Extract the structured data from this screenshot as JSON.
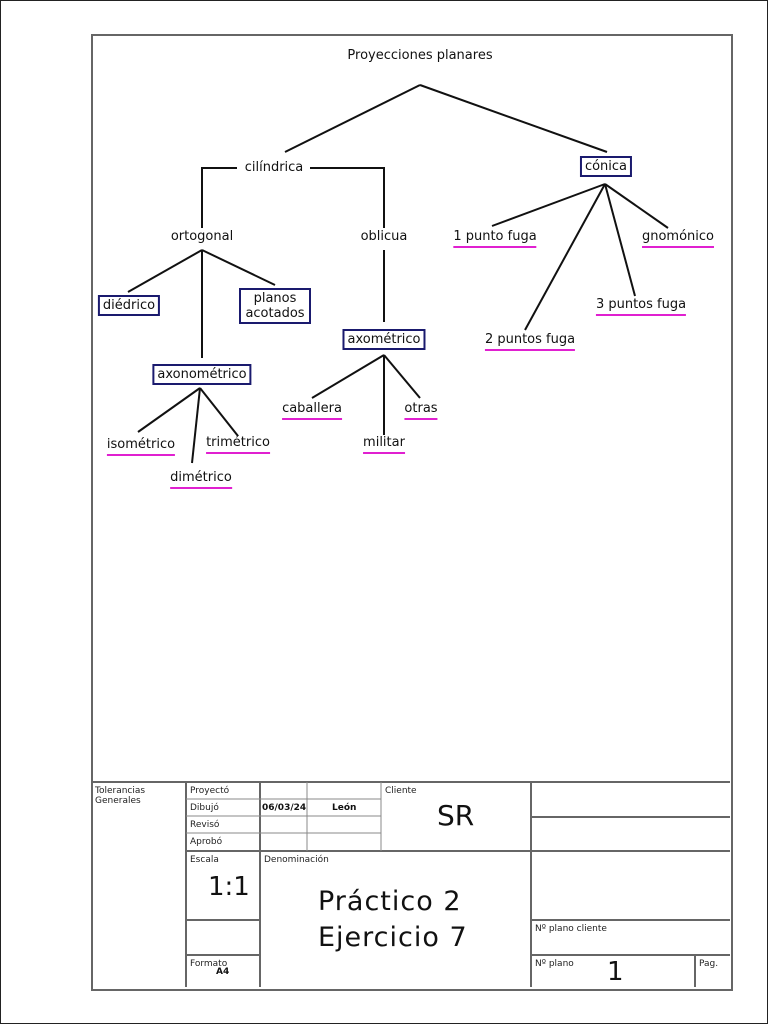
{
  "diagram": {
    "root": "Proyecciones planares",
    "cilindrica": "cilíndrica",
    "conica": "cónica",
    "ortogonal": "ortogonal",
    "oblicua": "oblicua",
    "diedrico": "diédrico",
    "planos_acotados": "planos acotados",
    "axonometrico_ort": "axonométrico",
    "isometrico": "isométrico",
    "dimetrico": "dimétrico",
    "trimetrico": "trimétrico",
    "axometrico_obl": "axométrico",
    "caballera": "caballera",
    "militar": "militar",
    "otras": "otras",
    "punto1": "1 punto fuga",
    "puntos2": "2 puntos fuga",
    "puntos3": "3 puntos fuga",
    "gnomonico": "gnomónico"
  },
  "title_block": {
    "tolerancias": "Tolerancias Generales",
    "proyecto": "Proyectó",
    "dibujo": "Dibujó",
    "reviso": "Revisó",
    "aprobo": "Aprobó",
    "fecha": "06/03/24",
    "autor": "León",
    "cliente_label": "Cliente",
    "cliente": "SR",
    "escala_label": "Escala",
    "escala": "1:1",
    "denominacion_label": "Denominación",
    "denominacion_line1": "Práctico 2",
    "denominacion_line2": "Ejercicio 7",
    "formato_label": "Formato",
    "formato": "A4",
    "n_plano_cliente": "Nº plano cliente",
    "n_plano_label": "Nº plano",
    "n_plano": "1",
    "pag_label": "Pag."
  },
  "colors": {
    "box_border": "#1a1a6e",
    "underline": "#e020d0",
    "frame": "#666666"
  }
}
